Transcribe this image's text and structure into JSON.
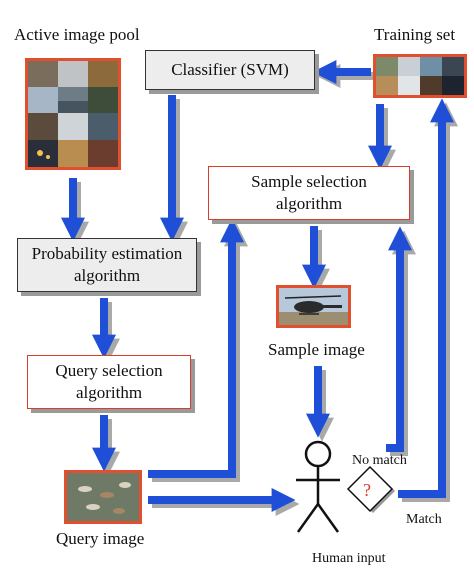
{
  "labels": {
    "active_pool": "Active image pool",
    "training_set": "Training set",
    "sample_image": "Sample image",
    "query_image": "Query image",
    "human_input": "Human input",
    "no_match": "No match",
    "match": "Match",
    "decision_symbol": "?"
  },
  "boxes": {
    "classifier": [
      "Classifier (SVM)"
    ],
    "sample_selection": [
      "Sample selection",
      "algorithm"
    ],
    "probability_estimation": [
      "Probability estimation",
      "algorithm"
    ],
    "query_selection": [
      "Query selection",
      "algorithm"
    ]
  },
  "colors": {
    "arrow": "#1f4fd6",
    "arrow_shadow": "#a9a9a9",
    "box_border_red": "#d6402a",
    "box_fill_gray": "#ededed",
    "thumb_border": "#e0502e"
  }
}
